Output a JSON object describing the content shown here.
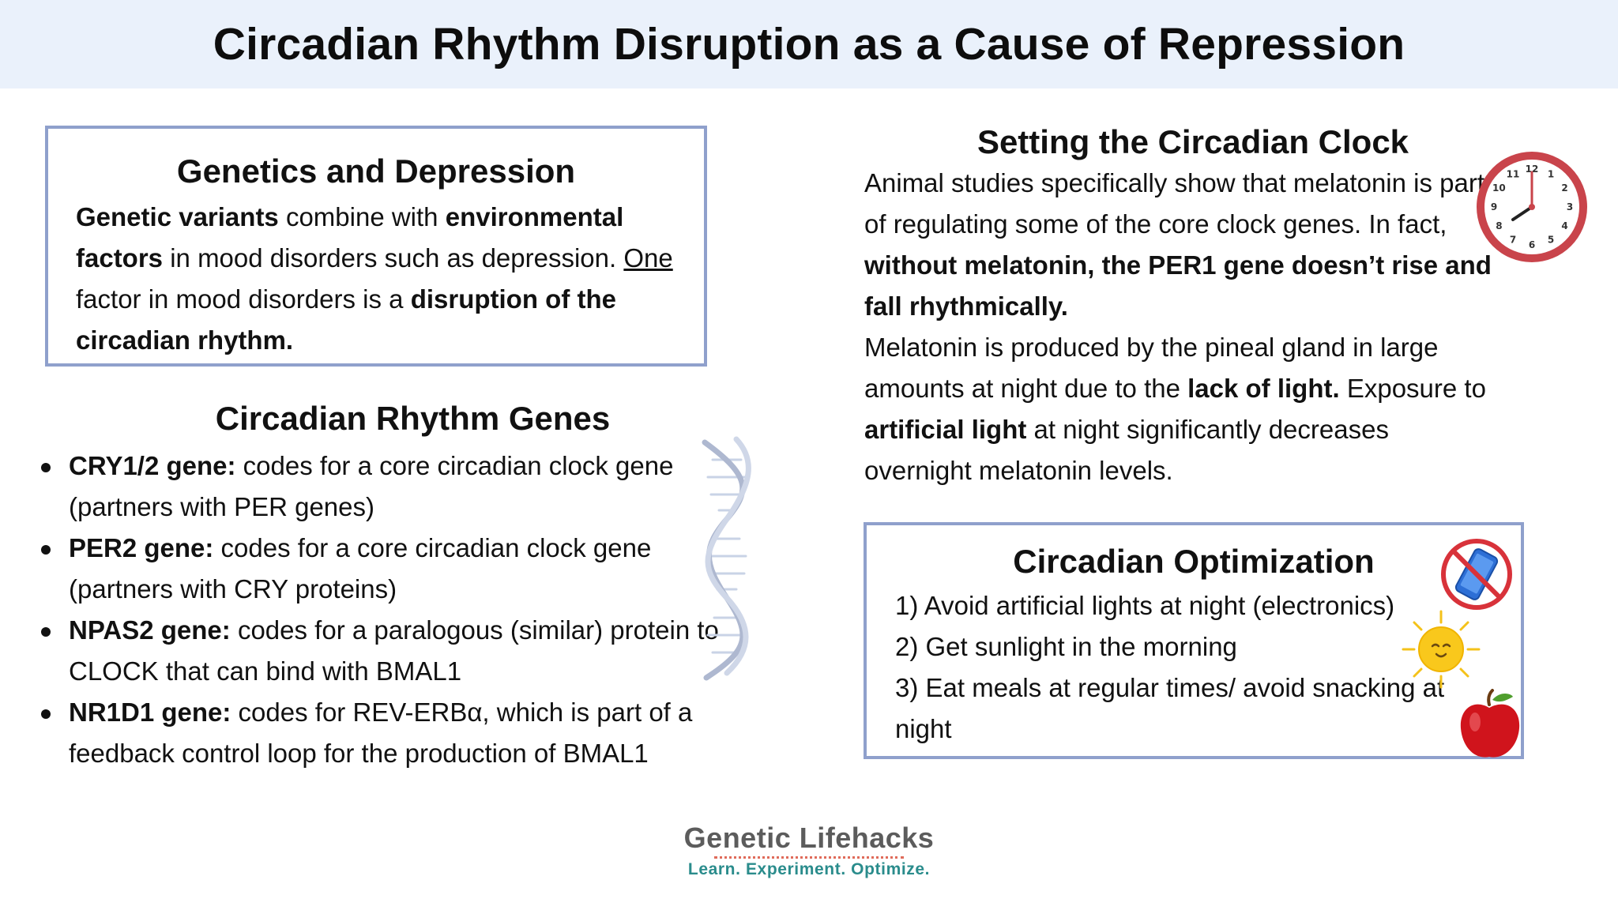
{
  "header": {
    "title": "Circadian Rhythm Disruption as a Cause of Repression"
  },
  "genetics_box": {
    "title": "Genetics and Depression",
    "runs": [
      {
        "t": "Genetic variants",
        "s": "b"
      },
      {
        "t": " combine with ",
        "s": ""
      },
      {
        "t": "environmental factors",
        "s": "b"
      },
      {
        "t": " in mood disorders such as depression. ",
        "s": ""
      },
      {
        "t": "One",
        "s": "u"
      },
      {
        "t": " factor in mood disorders is a ",
        "s": ""
      },
      {
        "t": "disruption of the circadian rhythm.",
        "s": "b"
      }
    ]
  },
  "genes_section": {
    "title": "Circadian Rhythm Genes",
    "items": [
      {
        "name": "CRY1/2 gene:",
        "desc": " codes for a core circadian clock gene (partners with PER genes)"
      },
      {
        "name": "PER2 gene:",
        "desc": " codes for a core circadian clock gene (partners with CRY proteins)"
      },
      {
        "name": "NPAS2 gene:",
        "desc": " codes for a paralogous (similar) protein to CLOCK that can bind with BMAL1"
      },
      {
        "name": "NR1D1 gene:",
        "desc": " codes for REV-ERBα, which is part of a feedback control loop for the production of BMAL1"
      }
    ]
  },
  "clock_section": {
    "title": "Setting the Circadian Clock",
    "runs": [
      {
        "t": "Animal studies specifically show that melatonin is part of regulating some of the core clock genes. In fact, ",
        "s": ""
      },
      {
        "t": "without melatonin, the PER1 gene doesn’t rise and fall rhythmically.",
        "s": "b"
      },
      {
        "t": "",
        "s": "br"
      },
      {
        "t": "Melatonin is produced by the pineal gland in large amounts at night due to the ",
        "s": ""
      },
      {
        "t": "lack of light.",
        "s": "b"
      },
      {
        "t": " Exposure to ",
        "s": ""
      },
      {
        "t": "artificial light",
        "s": "b"
      },
      {
        "t": " at night significantly decreases overnight melatonin levels.",
        "s": ""
      }
    ]
  },
  "optimization_box": {
    "title": "Circadian Optimization",
    "items": [
      "1) Avoid artificial lights at night (electronics)",
      "2) Get sunlight in the morning",
      "3) Eat meals at regular times/ avoid snacking at night"
    ]
  },
  "clock_numbers": [
    "12",
    "1",
    "2",
    "3",
    "4",
    "5",
    "6",
    "7",
    "8",
    "9",
    "10",
    "11"
  ],
  "icons": [
    "clock-icon",
    "dna-icon",
    "no-phone-icon",
    "sun-icon",
    "apple-icon"
  ],
  "colors": {
    "header_bg": "#eaf1fb",
    "box_border": "#8fa0cc",
    "logo_gray": "#5c5c5c",
    "logo_teal": "#2a8c8c",
    "logo_dots": "#e06b5a"
  },
  "logo": {
    "name": "Genetic Lifehacks",
    "tagline": "Learn. Experiment. Optimize."
  }
}
